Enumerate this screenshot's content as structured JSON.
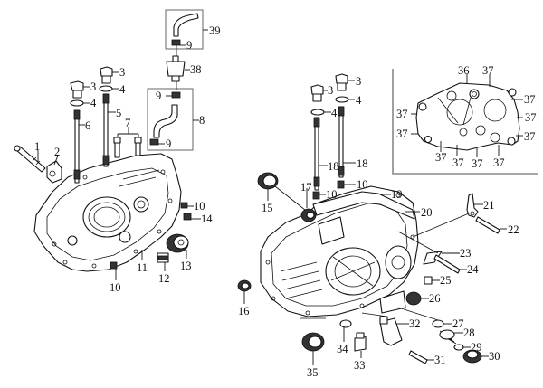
{
  "diagram": {
    "title": "Crankcase exploded parts diagram",
    "callouts": {
      "c1": "1",
      "c2": "2",
      "c3a": "3",
      "c3b": "3",
      "c4a": "4",
      "c4b": "4",
      "c5": "5",
      "c6": "6",
      "c7": "7",
      "c8": "8",
      "c9a": "9",
      "c9b": "9",
      "c9c": "9",
      "c10a": "10",
      "c10b": "10",
      "c11": "11",
      "c12": "12",
      "c13": "13",
      "c14": "14",
      "c38": "38",
      "c39": "39",
      "r3a": "3",
      "r3b": "3",
      "r4a": "4",
      "r4b": "4",
      "r10a": "10",
      "r10b": "10",
      "r15": "15",
      "r16": "16",
      "r17": "17",
      "r18a": "18",
      "r18b": "18",
      "r19": "19",
      "r20": "20",
      "r21": "21",
      "r22": "22",
      "r23": "23",
      "r24": "24",
      "r25": "25",
      "r26": "26",
      "r27": "27",
      "r28": "28",
      "r29": "29",
      "r30": "30",
      "r31": "31",
      "r32": "32",
      "r33": "33",
      "r34": "34",
      "r35": "35",
      "i36": "36",
      "i37a": "37",
      "i37b": "37",
      "i37c": "37",
      "i37d": "37",
      "i37e": "37",
      "i37f": "37",
      "i37g": "37",
      "i37h": "37",
      "i37i": "37",
      "i37j": "37"
    }
  }
}
